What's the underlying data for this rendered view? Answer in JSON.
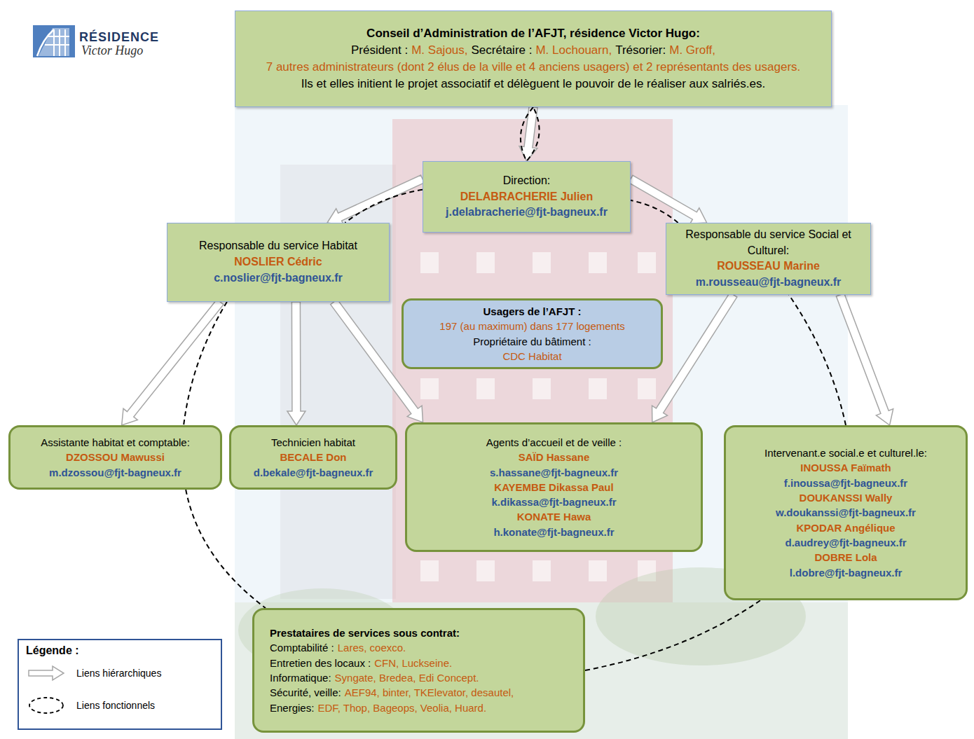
{
  "diagram": {
    "nodes": [
      {
        "text": [
          "Conseil d’Administration de l’AFJT, résidence Victor Hugo:",
          "Président :",
          "M. Sajous,",
          "Secrétaire :",
          "M. Lochouarn,",
          "Trésorier:",
          "M. Groff,",
          "7 autres administrateurs (dont 2 élus de la ville et 4 anciens usagers) et 2 représentants des usagers.",
          "Ils et elles initient le projet associatif et délèguent le pouvoir de le réaliser aux salriés.es."
        ]
      },
      {
        "text": [
          "Direction:",
          "DELABRACHERIE Julien",
          "j.delabracherie@fjt-bagneux.fr"
        ]
      },
      {
        "text": [
          "Responsable du service Habitat",
          "NOSLIER Cédric",
          "c.noslier@fjt-bagneux.fr"
        ]
      },
      {
        "text": [
          "Responsable du service Social et Culturel:",
          "ROUSSEAU Marine",
          "m.rousseau@fjt-bagneux.fr"
        ]
      },
      {
        "text": [
          "Usagers de l’AFJT :",
          "197 (au maximum) dans 177 logements",
          "Propriétaire du bâtiment :",
          "CDC Habitat"
        ]
      },
      {
        "text": [
          "Assistante habitat et comptable:",
          "DZOSSOU Mawussi",
          "m.dzossou@fjt-bagneux.fr"
        ]
      },
      {
        "text": [
          "Technicien habitat",
          "BECALE Don",
          "d.bekale@fjt-bagneux.fr"
        ]
      },
      {
        "text": [
          "Agents d’accueil et de veille :",
          "SAÏD Hassane",
          "s.hassane@fjt-bagneux.fr",
          "KAYEMBE Dikassa Paul",
          "k.dikassa@fjt-bagneux.fr",
          "KONATE Hawa",
          "h.konate@fjt-bagneux.fr"
        ]
      },
      {
        "text": [
          "Intervenant.e social.e et culturel.le:",
          "INOUSSA Faïmath",
          "f.inoussa@fjt-bagneux.fr",
          "DOUKANSSI Wally",
          "w.doukanssi@fjt-bagneux.fr",
          "KPODAR Angélique",
          "d.audrey@fjt-bagneux.fr",
          "DOBRE Lola",
          "l.dobre@fjt-bagneux.fr"
        ]
      },
      {
        "text": [
          "Prestataires de services sous contrat:",
          "Comptabilité :",
          "Lares, coexco.",
          "Entretien des locaux :",
          "CFN, Luckseine.",
          "Informatique:",
          "Syngate, Bredea, Edi Concept.",
          "Sécurité, veille:",
          "AEF94, binter, TKElevator, desautel,",
          "Energies:",
          "EDF, Thop, Bageops, Veolia, Huard."
        ]
      }
    ],
    "edges": [
      {
        "from": 0,
        "to": 1,
        "arrow": "to"
      },
      {
        "from": 1,
        "to": 2,
        "arrow": "to"
      },
      {
        "from": 1,
        "to": 3,
        "arrow": "to"
      },
      {
        "from": 2,
        "to": 5,
        "arrow": "to"
      },
      {
        "from": 2,
        "to": 6,
        "arrow": "to"
      },
      {
        "from": 2,
        "to": 7,
        "arrow": "to"
      },
      {
        "from": 3,
        "to": 7,
        "arrow": "to"
      },
      {
        "from": 3,
        "to": 8,
        "arrow": "to"
      },
      {
        "from": 0,
        "to": 1,
        "arrow": "none"
      },
      {
        "from": 1,
        "to": 2,
        "arrow": "none"
      },
      {
        "from": 2,
        "to": 5,
        "arrow": "none"
      },
      {
        "from": 5,
        "to": 9,
        "arrow": "none"
      },
      {
        "from": 9,
        "to": 8,
        "arrow": "none"
      },
      {
        "from": 8,
        "to": 3,
        "arrow": "none"
      },
      {
        "from": 3,
        "to": 1,
        "arrow": "none"
      }
    ],
    "labels": [
      "RÉSIDENCE",
      "Victor Hugo",
      "Légende :"
    ],
    "legend": [
      {
        "text": "Liens hiérarchiques"
      },
      {
        "text": "Liens fonctionnels"
      }
    ]
  }
}
